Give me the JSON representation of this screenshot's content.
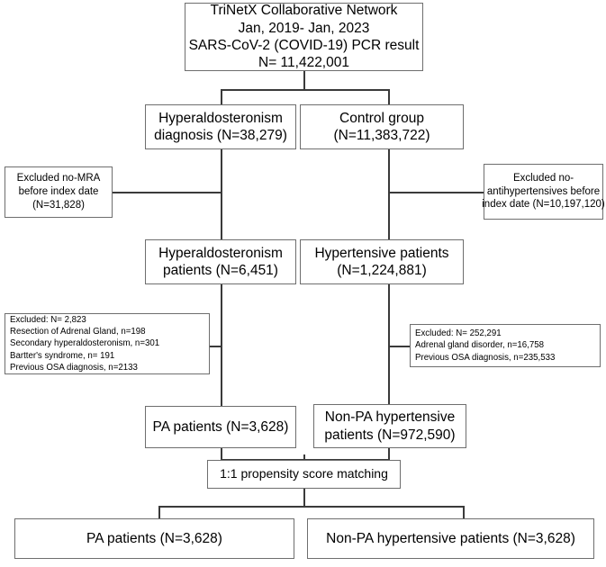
{
  "chart_data": {
    "type": "flowchart",
    "title": "CONSORT-style patient selection flow diagram",
    "nodes": [
      {
        "id": "source",
        "lines": [
          "TriNetX Collaborative Network",
          "Jan, 2019- Jan, 2023",
          "SARS-CoV-2 (COVID-19) PCR result",
          "N= 11,422,001"
        ]
      },
      {
        "id": "hyperaldo_dx",
        "lines": [
          "Hyperaldosteronism",
          "diagnosis (N=38,279)"
        ]
      },
      {
        "id": "control_group",
        "lines": [
          "Control group",
          "(N=11,383,722)"
        ]
      },
      {
        "id": "excluded_mra",
        "lines": [
          "Excluded no-MRA",
          "before index date",
          "(N=31,828)"
        ]
      },
      {
        "id": "excluded_antihypertensives",
        "lines": [
          "Excluded no-",
          "antihypertensives before",
          "index date (N=10,197,120)"
        ]
      },
      {
        "id": "hyperaldo_patients",
        "lines": [
          "Hyperaldosteronism",
          "patients (N=6,451)"
        ]
      },
      {
        "id": "hypertensive_patients",
        "lines": [
          "Hypertensive patients",
          "(N=1,224,881)"
        ]
      },
      {
        "id": "excluded_pa_detail",
        "lines": [
          "Excluded: N= 2,823",
          "Resection of Adrenal Gland, n=198",
          "Secondary hyperaldosteronism, n=301",
          "Bartter's syndrome, n= 191",
          "Previous OSA diagnosis, n=2133"
        ]
      },
      {
        "id": "excluded_nonpa_detail",
        "lines": [
          "Excluded: N= 252,291",
          "Adrenal gland disorder, n=16,758",
          "Previous OSA diagnosis, n=235,533"
        ]
      },
      {
        "id": "pa_patients",
        "lines": [
          "PA patients (N=3,628)"
        ]
      },
      {
        "id": "nonpa_patients",
        "lines": [
          "Non-PA hypertensive",
          "patients (N=972,590)"
        ]
      },
      {
        "id": "matching",
        "lines": [
          "1:1 propensity score matching"
        ]
      },
      {
        "id": "pa_matched",
        "lines": [
          "PA patients (N=3,628)"
        ]
      },
      {
        "id": "nonpa_matched",
        "lines": [
          "Non-PA hypertensive patients (N=3,628)"
        ]
      }
    ],
    "edges": [
      {
        "from": "source",
        "to": "hyperaldo_dx"
      },
      {
        "from": "source",
        "to": "control_group"
      },
      {
        "from": "hyperaldo_dx",
        "to": "hyperaldo_patients"
      },
      {
        "from": "hyperaldo_dx",
        "to": "excluded_mra"
      },
      {
        "from": "control_group",
        "to": "hypertensive_patients"
      },
      {
        "from": "control_group",
        "to": "excluded_antihypertensives"
      },
      {
        "from": "hyperaldo_patients",
        "to": "pa_patients"
      },
      {
        "from": "hyperaldo_patients",
        "to": "excluded_pa_detail"
      },
      {
        "from": "hypertensive_patients",
        "to": "nonpa_patients"
      },
      {
        "from": "hypertensive_patients",
        "to": "excluded_nonpa_detail"
      },
      {
        "from": "pa_patients",
        "to": "matching"
      },
      {
        "from": "nonpa_patients",
        "to": "matching"
      },
      {
        "from": "matching",
        "to": "pa_matched"
      },
      {
        "from": "matching",
        "to": "nonpa_matched"
      }
    ]
  },
  "source_box": {
    "line1": "TriNetX Collaborative Network",
    "line2": "Jan, 2019- Jan, 2023",
    "line3": "SARS-CoV-2 (COVID-19) PCR result",
    "line4": "N= 11,422,001"
  },
  "hyperaldo_dx_box": {
    "line1": "Hyperaldosteronism",
    "line2": "diagnosis (N=38,279)"
  },
  "control_group_box": {
    "line1": "Control group",
    "line2": "(N=11,383,722)"
  },
  "excluded_mra_box": {
    "line1": "Excluded no-MRA",
    "line2": "before index date",
    "line3": "(N=31,828)"
  },
  "excluded_antihypertensives_box": {
    "line1": "Excluded no-",
    "line2": "antihypertensives before",
    "line3": "index date (N=10,197,120)"
  },
  "hyperaldo_patients_box": {
    "line1": "Hyperaldosteronism",
    "line2": "patients (N=6,451)"
  },
  "hypertensive_patients_box": {
    "line1": "Hypertensive patients",
    "line2": "(N=1,224,881)"
  },
  "excluded_pa_detail_box": {
    "line1": "Excluded: N= 2,823",
    "line2": "Resection of Adrenal Gland, n=198",
    "line3": "Secondary hyperaldosteronism, n=301",
    "line4": "Bartter's syndrome, n= 191",
    "line5": "Previous OSA diagnosis, n=2133"
  },
  "excluded_nonpa_detail_box": {
    "line1": "Excluded: N= 252,291",
    "line2": "Adrenal gland disorder, n=16,758",
    "line3": "Previous OSA diagnosis, n=235,533"
  },
  "pa_patients_box": {
    "line1": "PA patients (N=3,628)"
  },
  "nonpa_patients_box": {
    "line1": "Non-PA hypertensive",
    "line2": "patients (N=972,590)"
  },
  "matching_box": {
    "line1": "1:1 propensity score matching"
  },
  "pa_matched_box": {
    "line1": "PA patients (N=3,628)"
  },
  "nonpa_matched_box": {
    "line1": "Non-PA hypertensive patients (N=3,628)"
  },
  "colors": {
    "box_border": "#6e6e6e",
    "connector": "#3a3a3a",
    "background": "#ffffff",
    "text": "#000000"
  }
}
